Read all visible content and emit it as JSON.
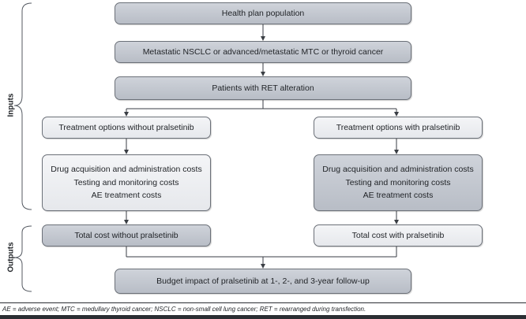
{
  "side_labels": {
    "inputs": "Inputs",
    "outputs": "Outputs"
  },
  "boxes": {
    "population": "Health plan population",
    "disease": "Metastatic NSCLC or advanced/metastatic MTC or thyroid cancer",
    "patients_ret": "Patients with RET alteration",
    "options_without": "Treatment options without pralsetinib",
    "options_with": "Treatment options with pralsetinib",
    "costs_without": [
      "Drug acquisition and administration costs",
      "Testing and monitoring costs",
      "AE treatment costs"
    ],
    "costs_with": [
      "Drug acquisition and administration costs",
      "Testing and monitoring costs",
      "AE treatment costs"
    ],
    "total_without": "Total cost without pralsetinib",
    "total_with": "Total cost with pralsetinib",
    "budget_impact": "Budget impact of pralsetinib at 1-, 2-, and 3-year follow-up"
  },
  "footnote": "AE = adverse event; MTC = medullary thyroid cancer; NSCLC = non-small cell lung cancer; RET = rearranged during transfection."
}
